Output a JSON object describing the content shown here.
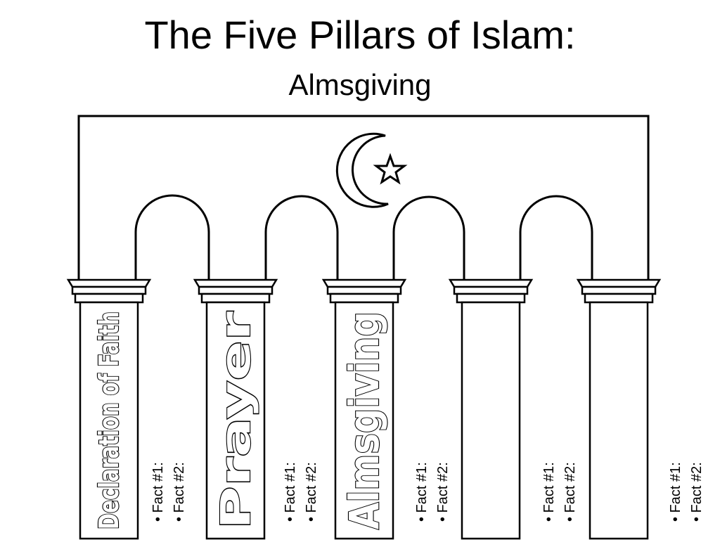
{
  "title": "The Five Pillars of Islam:",
  "subtitle": "Almsgiving",
  "pillars": [
    {
      "label": "Declaration of Faith",
      "fact1": "Fact #1:",
      "fact2": "Fact #2:"
    },
    {
      "label": "Prayer",
      "fact1": "Fact #1:",
      "fact2": "Fact #2:"
    },
    {
      "label": "Almsgiving",
      "fact1": "Fact #1:",
      "fact2": "Fact #2:"
    },
    {
      "label": "",
      "fact1": "Fact #1:",
      "fact2": "Fact #2:"
    },
    {
      "label": "",
      "fact1": "Fact #1:",
      "fact2": "Fact #2:"
    }
  ],
  "emblem_icon": "crescent-and-star-icon",
  "colors": {
    "ink": "#000000",
    "paper": "#ffffff"
  }
}
